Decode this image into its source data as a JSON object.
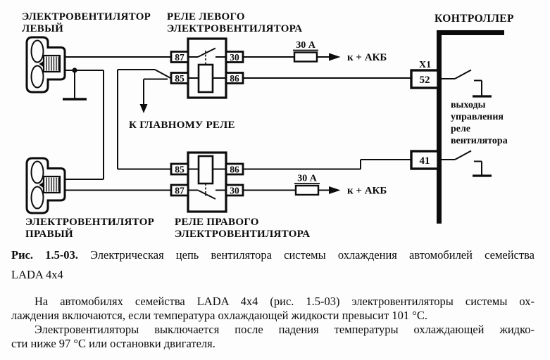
{
  "page": {
    "fan_left": {
      "label1": "ЭЛЕКТРОВЕНТИЛЯТОР",
      "label2": "ЛЕВЫЙ"
    },
    "fan_right": {
      "label1": "ЭЛЕКТРОВЕНТИЛЯТОР",
      "label2": "ПРАВЫЙ"
    },
    "relay_left": {
      "label1": "РЕЛЕ ЛЕВОГО",
      "label2": "ЭЛЕКТРОВЕНТИЛЯТОРА",
      "pin_tl": "87",
      "pin_bl": "85",
      "pin_tr": "30",
      "pin_br": "86"
    },
    "relay_right": {
      "label1": "РЕЛЕ ПРАВОГО",
      "label2": "ЭЛЕКТРОВЕНТИЛЯТОРА",
      "pin_tl": "85",
      "pin_bl": "87",
      "pin_tr": "86",
      "pin_br": "30"
    },
    "fuse_top": "30 А",
    "fuse_bottom": "30 А",
    "akb_top": "к + АКБ",
    "akb_bottom": "к + АКБ",
    "main_relay_arrow": "К ГЛАВНОМУ РЕЛЕ",
    "controller": {
      "title": "КОНТРОЛЛЕР",
      "connector": "X1",
      "pin52": "52",
      "pin41": "41",
      "note1": "выходы",
      "note2": "управления",
      "note3": "реле",
      "note4": "вентилятора"
    },
    "caption": {
      "bold": "Рис. 1.5-03.",
      "rest": "Электрическая цепь вентилятора системы охлаждения автомобилей семейства",
      "line2": "LADA 4x4"
    },
    "para1": {
      "line1": "На автомобилях семейства LADA 4x4 (рис. 1.5-03) электровентиляторы системы ох-",
      "line2": "лаждения включаются, если температура охлаждающей жидкости превысит 101 °С."
    },
    "para2": {
      "line1": "Электровентиляторы выключается после падения температуры охлаждающей жидко-",
      "line2": "сти ниже 97 °С или остановки двигателя."
    }
  }
}
